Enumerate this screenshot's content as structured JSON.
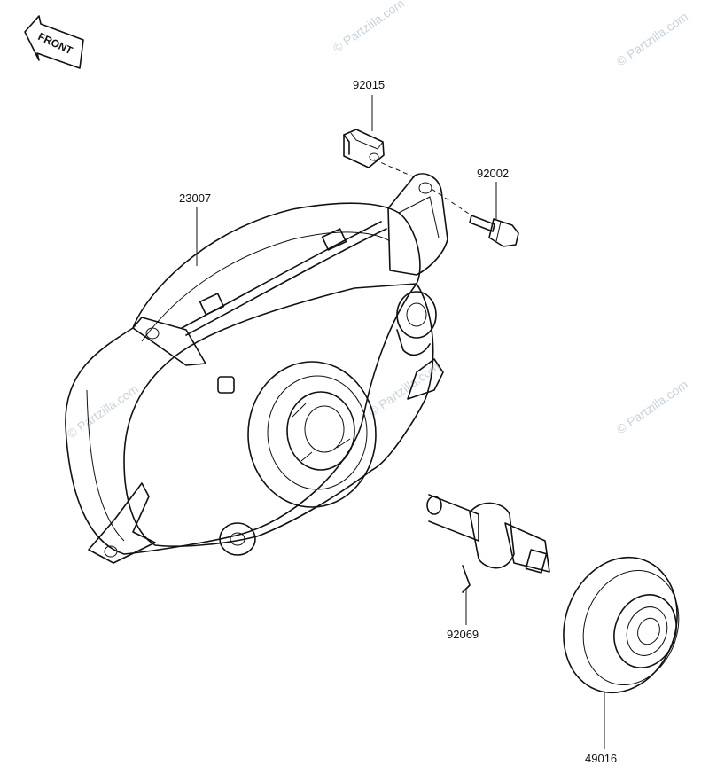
{
  "front_badge": {
    "label": "FRONT",
    "icon": "front-arrow-icon"
  },
  "watermark": {
    "text": "© Partzilla.com",
    "color": "#c9d3de"
  },
  "parts": [
    {
      "number": "92015",
      "name": "nut"
    },
    {
      "number": "92002",
      "name": "bolt"
    },
    {
      "number": "23007",
      "name": "headlight-assembly"
    },
    {
      "number": "92069",
      "name": "bulb"
    },
    {
      "number": "49016",
      "name": "rubber-cap"
    }
  ]
}
